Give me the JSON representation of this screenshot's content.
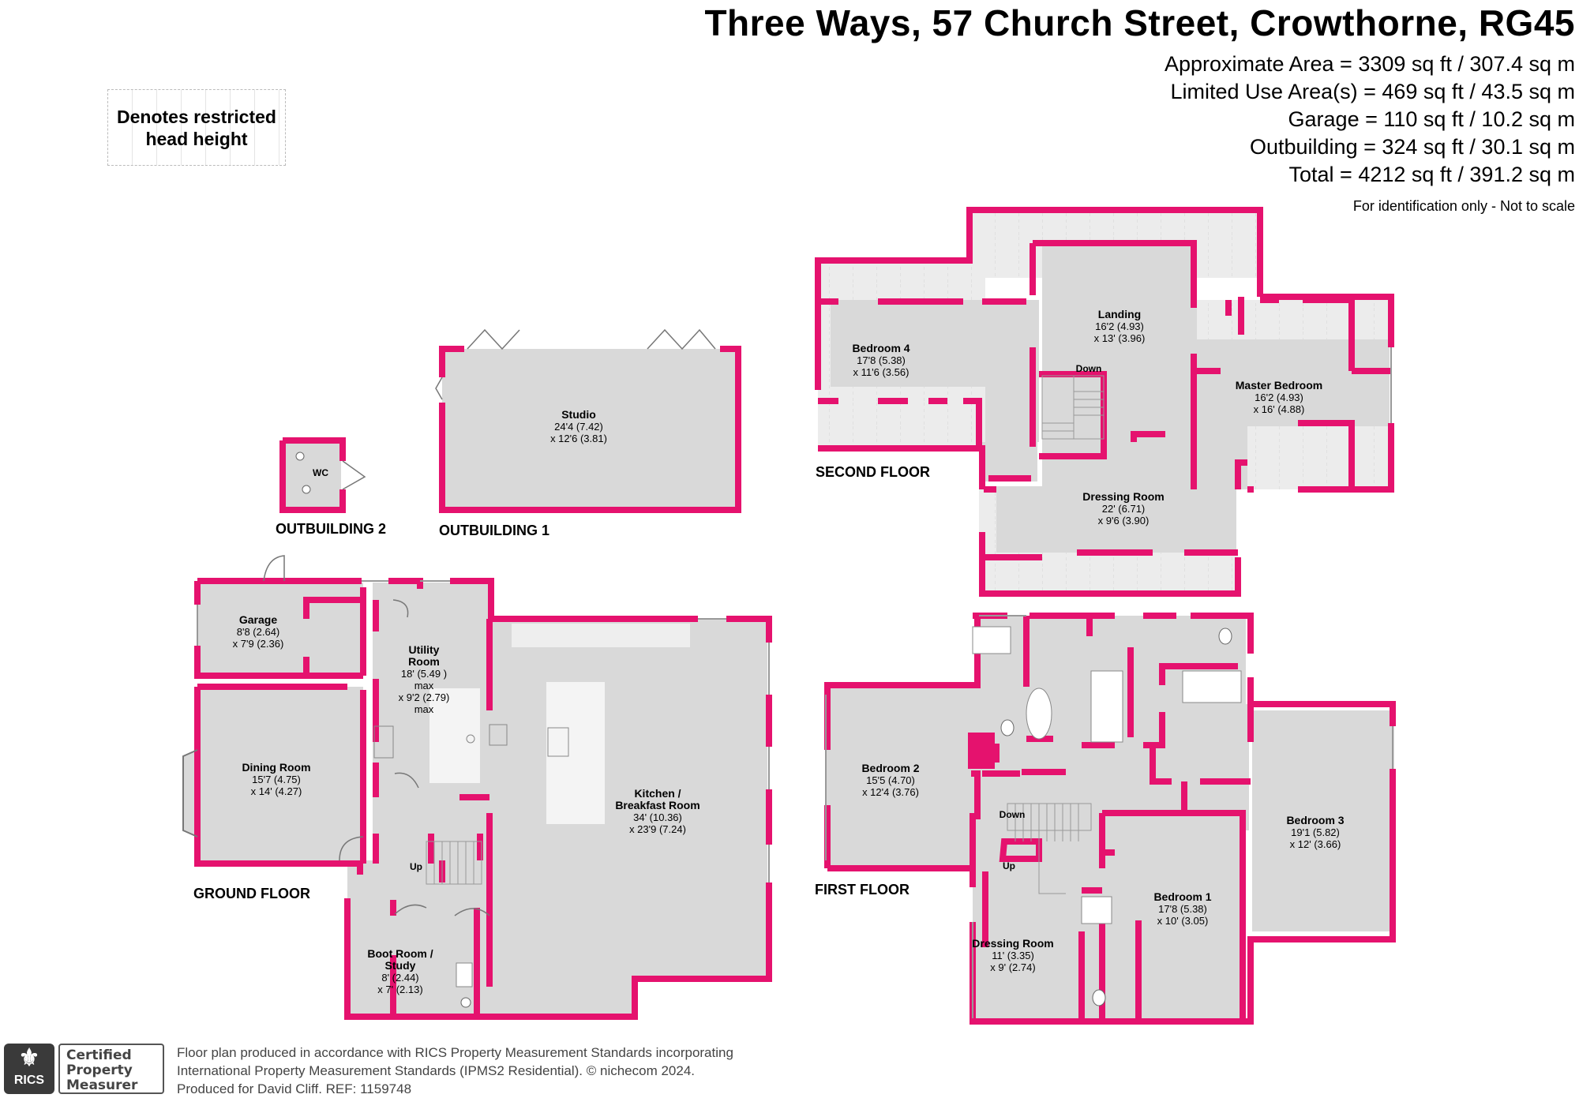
{
  "header": {
    "title": "Three Ways, 57 Church Street, Crowthorne, RG45",
    "areas": [
      "Approximate Area = 3309 sq ft / 307.4 sq m",
      "Limited Use Area(s) = 469 sq ft / 43.5 sq m",
      "Garage = 110 sq ft / 10.2 sq m",
      "Outbuilding = 324 sq ft / 30.1 sq m",
      "Total = 4212 sq ft / 391.2 sq m"
    ],
    "note": "For identification only - Not to scale"
  },
  "legend": {
    "line1": "Denotes restricted",
    "line2": "head height"
  },
  "colors": {
    "wall": "#e5126e",
    "floor": "#d9d9d9",
    "restricted": "#ececec",
    "text": "#000000"
  },
  "floors": {
    "ground": "GROUND FLOOR",
    "first": "FIRST FLOOR",
    "second": "SECOND FLOOR",
    "outbuilding1": "OUTBUILDING 1",
    "outbuilding2": "OUTBUILDING 2"
  },
  "rooms": {
    "wc": {
      "name": "WC"
    },
    "studio": {
      "name": "Studio",
      "dims": [
        "24'4 (7.42)",
        "x 12'6 (3.81)"
      ]
    },
    "garage": {
      "name": "Garage",
      "dims": [
        "8'8 (2.64)",
        "x 7'9 (2.36)"
      ]
    },
    "utility": {
      "name": [
        "Utility",
        "Room"
      ],
      "dims": [
        "18' (5.49 )",
        "max",
        "x 9'2 (2.79)",
        "max"
      ]
    },
    "dining": {
      "name": "Dining Room",
      "dims": [
        "15'7 (4.75)",
        "x 14' (4.27)"
      ]
    },
    "kitchen": {
      "name": [
        "Kitchen /",
        "Breakfast Room"
      ],
      "dims": [
        "34' (10.36)",
        "x 23'9 (7.24)"
      ]
    },
    "boot": {
      "name": [
        "Boot Room /",
        "Study"
      ],
      "dims": [
        "8' (2.44)",
        "x 7' (2.13)"
      ]
    },
    "bedroom4": {
      "name": "Bedroom 4",
      "dims": [
        "17'8 (5.38)",
        "x 11'6 (3.56)"
      ]
    },
    "landing": {
      "name": "Landing",
      "dims": [
        "16'2 (4.93)",
        "x 13' (3.96)"
      ]
    },
    "master": {
      "name": "Master Bedroom",
      "dims": [
        "16'2 (4.93)",
        "x 16' (4.88)"
      ]
    },
    "dressing2": {
      "name": "Dressing Room",
      "dims": [
        "22' (6.71)",
        "x 9'6 (3.90)"
      ]
    },
    "bedroom2": {
      "name": "Bedroom 2",
      "dims": [
        "15'5 (4.70)",
        "x 12'4 (3.76)"
      ]
    },
    "bedroom3": {
      "name": "Bedroom 3",
      "dims": [
        "19'1 (5.82)",
        "x 12' (3.66)"
      ]
    },
    "bedroom1": {
      "name": "Bedroom 1",
      "dims": [
        "17'8 (5.38)",
        "x 10' (3.05)"
      ]
    },
    "dressing1": {
      "name": "Dressing Room",
      "dims": [
        "11' (3.35)",
        "x 9' (2.74)"
      ]
    }
  },
  "stairs": {
    "up": "Up",
    "down": "Down"
  },
  "footer": {
    "logo": "RICS",
    "badge": [
      "Certified",
      "Property",
      "Measurer"
    ],
    "lines": [
      "Floor plan produced in accordance with RICS Property Measurement Standards incorporating",
      "International Property Measurement Standards (IPMS2 Residential).   © nichecom 2024.",
      "Produced for David Cliff.   REF:  1159748"
    ]
  }
}
